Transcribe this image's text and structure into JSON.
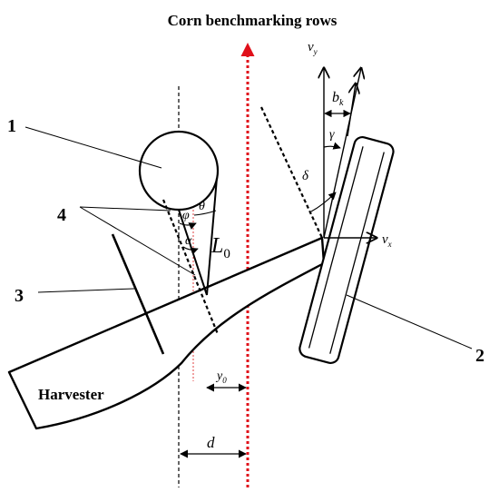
{
  "title": "Corn benchmarking rows",
  "labels": {
    "part1": "1",
    "part2": "2",
    "part3": "3",
    "part4": "4",
    "harvester": "Harvester"
  },
  "symbols": {
    "vy_base": "v",
    "vy_sub": "y",
    "vx_base": "v",
    "vx_sub": "x",
    "bk_base": "b",
    "bk_sub": "k",
    "gamma": "γ",
    "delta": "δ",
    "phi": "φ",
    "theta": "θ",
    "alpha": "α",
    "L0_base": "L",
    "L0_sub": "0",
    "y0_base": "y",
    "y0_sub": "0",
    "d": "d"
  },
  "colors": {
    "ink": "#000000",
    "benchmark_line": "#e0101a",
    "guide_line": "#e04040"
  }
}
